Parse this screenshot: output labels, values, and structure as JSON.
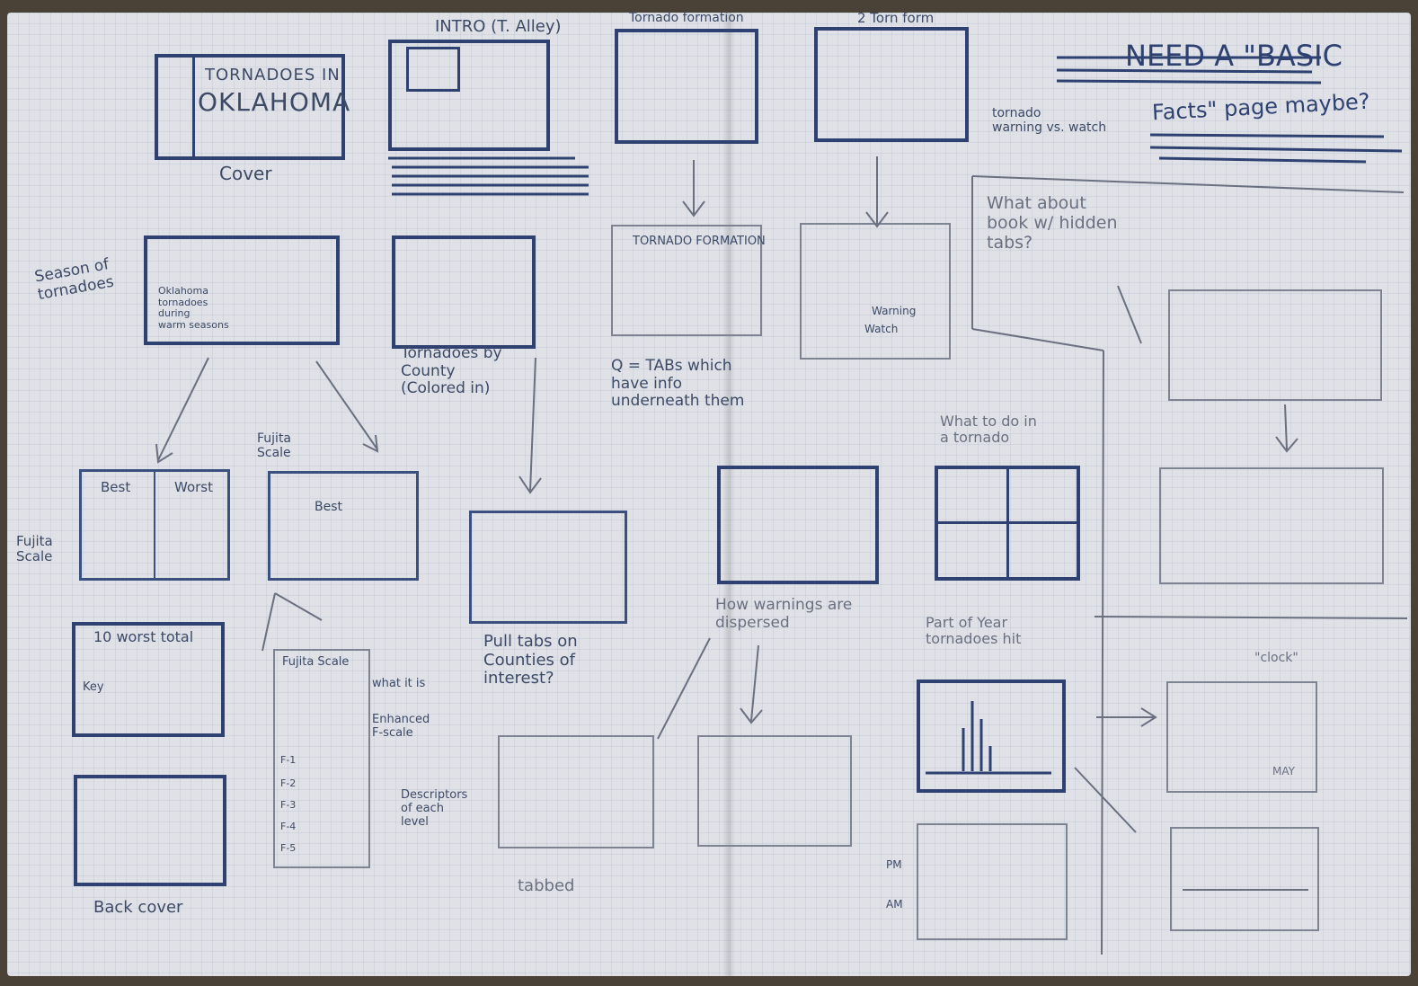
{
  "colors": {
    "paper": "#dfe1e6",
    "ink": "#2e4170",
    "pencil": "#7d8390",
    "table": "#4a4137"
  },
  "left_page": {
    "cover": {
      "title_line1": "TORNADOES IN",
      "title_line2": "OKLAHOMA",
      "caption": "Cover"
    },
    "intro": {
      "caption": "INTRO (T. Alley)"
    },
    "season": {
      "label": "Season of\ntornadoes",
      "inner_text": "Oklahoma\ntornadoes\nduring\nwarm seasons"
    },
    "county": {
      "caption": "Tornadoes by\nCounty\n(Colored in)"
    },
    "best_worst": {
      "best": "Best",
      "worst": "Worst",
      "side_label": "Fujita\nScale"
    },
    "fujita_spread": {
      "label": "Fujita\nScale",
      "best": "Best"
    },
    "pull_tabs": {
      "caption": "Pull tabs on\nCounties of\ninterest?"
    },
    "worst_total": {
      "title": "10 worst total",
      "key": "Key"
    },
    "fujita_page": {
      "title": "Fujita Scale",
      "note1": "what it is",
      "note2": "Enhanced\nF-scale",
      "levels": [
        "F-1",
        "F-2",
        "F-3",
        "F-4",
        "F-5"
      ],
      "note3": "Descriptors\nof each\nlevel"
    },
    "back_cover": {
      "caption": "Back cover"
    }
  },
  "right_page": {
    "tornado_formation": {
      "caption": "Tornado formation",
      "bottom_title": "TORNADO FORMATION",
      "tabs_note": "Q = TABs which\nhave info\nunderneath them"
    },
    "torn_form_2": {
      "caption": "2 Torn form",
      "side_note": "tornado\nwarning vs. watch",
      "warning": "Warning",
      "watch": "Watch"
    },
    "need_basic": {
      "line1": "NEED A \"BASIC",
      "line2": "Facts\" page maybe?"
    },
    "hidden_tabs": {
      "text": "What about\nbook w/ hidden\ntabs?"
    },
    "what_to_do": {
      "caption": "What to do in\na tornado"
    },
    "warnings": {
      "caption": "How warnings are\ndispersed"
    },
    "tabbed": {
      "caption": "tabbed"
    },
    "part_of_year": {
      "caption": "Part of Year\ntornadoes hit",
      "pm": "PM",
      "am": "AM"
    },
    "clock": {
      "caption": "\"clock\"",
      "month": "MAY"
    }
  }
}
